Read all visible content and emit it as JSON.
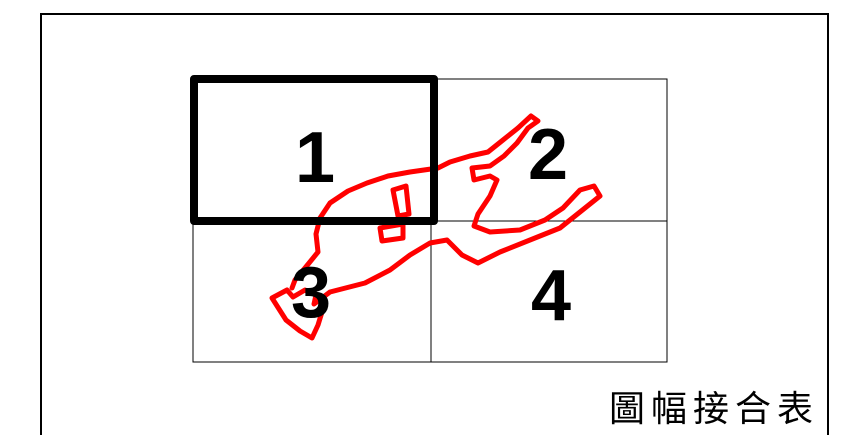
{
  "map": {
    "title": "圖幅接合表",
    "tiles": [
      {
        "label": "1",
        "selected": true
      },
      {
        "label": "2",
        "selected": false
      },
      {
        "label": "3",
        "selected": false
      },
      {
        "label": "4",
        "selected": false
      }
    ],
    "colors": {
      "frame": "#000000",
      "grid": "#000000",
      "selected_outline": "#000000",
      "boundary": "#ff0000",
      "background": "#ffffff"
    }
  }
}
